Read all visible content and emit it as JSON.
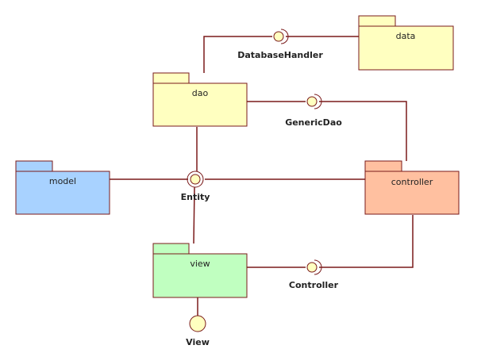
{
  "diagram": {
    "packages": [
      {
        "id": "data",
        "label": "data",
        "fill": "#ffffc0"
      },
      {
        "id": "dao",
        "label": "dao",
        "fill": "#ffffc0"
      },
      {
        "id": "model",
        "label": "model",
        "fill": "#a8d2ff"
      },
      {
        "id": "controller",
        "label": "controller",
        "fill": "#ffc0a0"
      },
      {
        "id": "view",
        "label": "view",
        "fill": "#c0ffc0"
      }
    ],
    "interfaces": [
      {
        "id": "database-handler",
        "label": "DatabaseHandler"
      },
      {
        "id": "generic-dao",
        "label": "GenericDao"
      },
      {
        "id": "entity",
        "label": "Entity"
      },
      {
        "id": "controller-iface",
        "label": "Controller"
      },
      {
        "id": "view-iface",
        "label": "View"
      }
    ],
    "colors": {
      "connector": "#7a1a1a",
      "lollipop_fill": "#ffffc0"
    }
  }
}
